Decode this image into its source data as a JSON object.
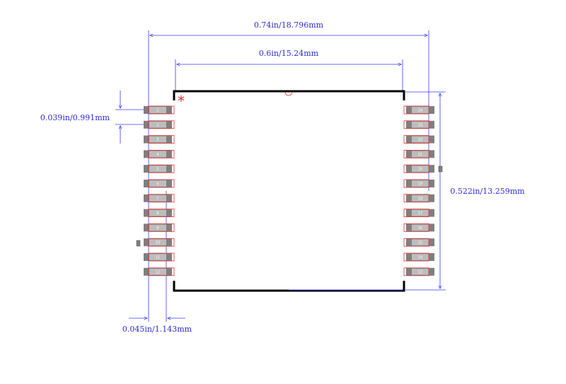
{
  "dimensions": {
    "overall_width": "0.74in/18.796mm",
    "body_width": "0.6in/15.24mm",
    "pitch": "0.039in/0.991mm",
    "body_height": "0.522in/13.259mm",
    "lead_length": "0.045in/1.143mm"
  },
  "pin1_marker": "*",
  "pins_left": [
    "1",
    "2",
    "3",
    "4",
    "5",
    "6",
    "7",
    "8",
    "9",
    "10",
    "11",
    "12"
  ],
  "pins_right": [
    "24",
    "23",
    "22",
    "21",
    "20",
    "19",
    "18",
    "17",
    "16",
    "15",
    "14",
    "13"
  ],
  "colors": {
    "dimension": "#3a3af0",
    "body_outline": "#000000",
    "lead_outline": "#e03030",
    "pad_fill": "#7f7f7f",
    "pad_highlight": "#bcbcbc",
    "pin1_marker": "#e03030"
  }
}
